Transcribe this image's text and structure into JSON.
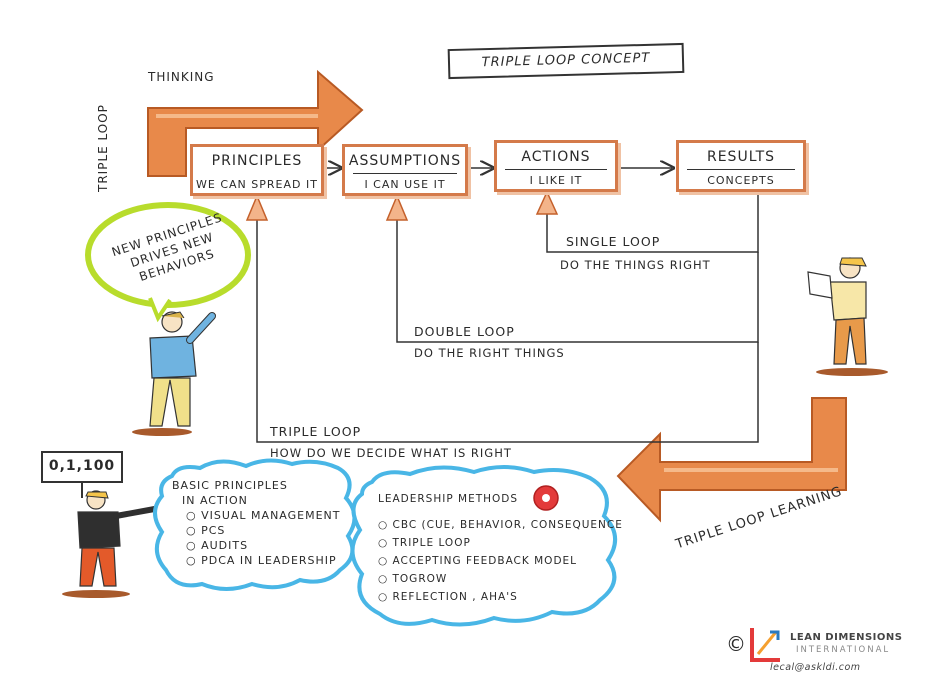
{
  "title": "TRIPLE LOOP CONCEPT",
  "arrows": {
    "thinking_top": "THINKING",
    "thinking_side": "TRIPLE LOOP",
    "learning": "TRIPLE LOOP LEARNING"
  },
  "boxes": [
    {
      "title": "PRINCIPLES",
      "subtitle": "WE CAN SPREAD IT"
    },
    {
      "title": "ASSUMPTIONS",
      "subtitle": "I CAN USE IT"
    },
    {
      "title": "ACTIONS",
      "subtitle": "I LIKE IT"
    },
    {
      "title": "RESULTS",
      "subtitle": "CONCEPTS"
    }
  ],
  "loops": {
    "single": {
      "title": "SINGLE LOOP",
      "subtitle": "DO THE THINGS RIGHT"
    },
    "double": {
      "title": "DOUBLE LOOP",
      "subtitle": "DO THE RIGHT THINGS"
    },
    "triple": {
      "title": "TRIPLE LOOP",
      "subtitle": "HOW DO WE DECIDE WHAT IS RIGHT"
    }
  },
  "bubble": [
    "NEW PRINCIPLES",
    "DRIVES NEW",
    "BEHAVIORS"
  ],
  "sign": "0,1,100",
  "basic_principles": {
    "heading": [
      "BASIC PRINCIPLES",
      "IN ACTION"
    ],
    "items": [
      "VISUAL MANAGEMENT",
      "PCS",
      "AUDITS",
      "PDCA IN LEADERSHIP"
    ]
  },
  "leadership_methods": {
    "heading": "LEADERSHIP METHODS",
    "items": [
      "CBC (CUE, BEHAVIOR, CONSEQUENCE",
      "TRIPLE LOOP",
      "ACCEPTING FEEDBACK MODEL",
      "TOGROW",
      "REFLECTION , AHA'S"
    ]
  },
  "footer": {
    "copyright": "©",
    "company_line1": "LEAN DIMENSIONS",
    "company_line2": "INTERNATIONAL",
    "email": "lecal@askldi.com"
  },
  "colors": {
    "arrow_orange": "#e8894a",
    "box_border": "#d47a4a",
    "cloud_blue": "#49b6e6",
    "bubble_green": "#b8dc2c",
    "ink": "#2a2a2a"
  }
}
